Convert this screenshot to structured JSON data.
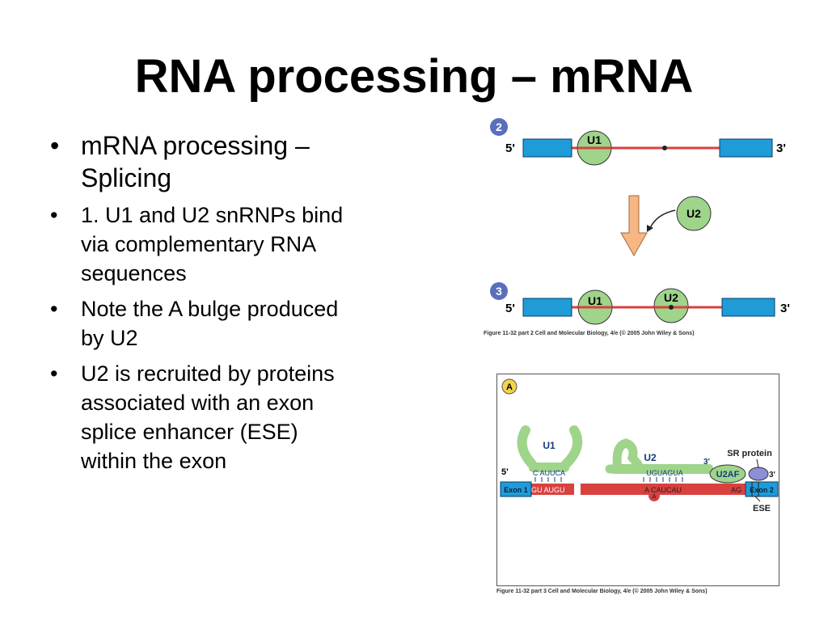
{
  "title": "RNA processing – mRNA",
  "bullets": [
    {
      "bullet": "•",
      "lines": [
        "mRNA processing –",
        "Splicing"
      ]
    },
    {
      "bullet": "•",
      "lines": [
        "1. U1 and U2 snRNPs bind",
        "via complementary RNA",
        "sequences"
      ]
    },
    {
      "bullet": "•",
      "lines": [
        "Note the A bulge produced",
        "by U2"
      ]
    },
    {
      "bullet": "•",
      "lines": [
        "U2 is recruited by proteins",
        "associated with an exon",
        "splice enhancer (ESE)",
        "within the exon"
      ]
    }
  ],
  "figure1": {
    "step2_badge": "2",
    "step3_badge": "3",
    "five_prime": "5'",
    "three_prime": "3'",
    "u1": "U1",
    "u2": "U2",
    "caption": "Figure 11-32 part 2  Cell and Molecular Biology, 4/e (© 2005 John Wiley & Sons)",
    "colors": {
      "exon": "#1f9bd7",
      "intron": "#d9413f",
      "snrnp": "#9fd48b",
      "badge": "#5a6ebd",
      "arrow": "#f7b782"
    }
  },
  "figure2": {
    "badge": "A",
    "u1": "U1",
    "u2": "U2",
    "five_prime": "5'",
    "three_prime_top": "3'",
    "three_prime_right": "3'",
    "u1_seq": "C AUUCA",
    "u2_seq": "UGUAGUA",
    "exon1": "Exon 1",
    "exon2": "Exon 2",
    "gu": "GU AUGU",
    "branch_seq": "A CAUCAU",
    "branch_a": "A",
    "ag": "AG",
    "u2af": "U2AF",
    "sr_protein": "SR protein",
    "ese": "ESE",
    "caption": "Figure 11-32 part 3  Cell and Molecular Biology, 4/e (© 2005 John Wiley & Sons)"
  }
}
